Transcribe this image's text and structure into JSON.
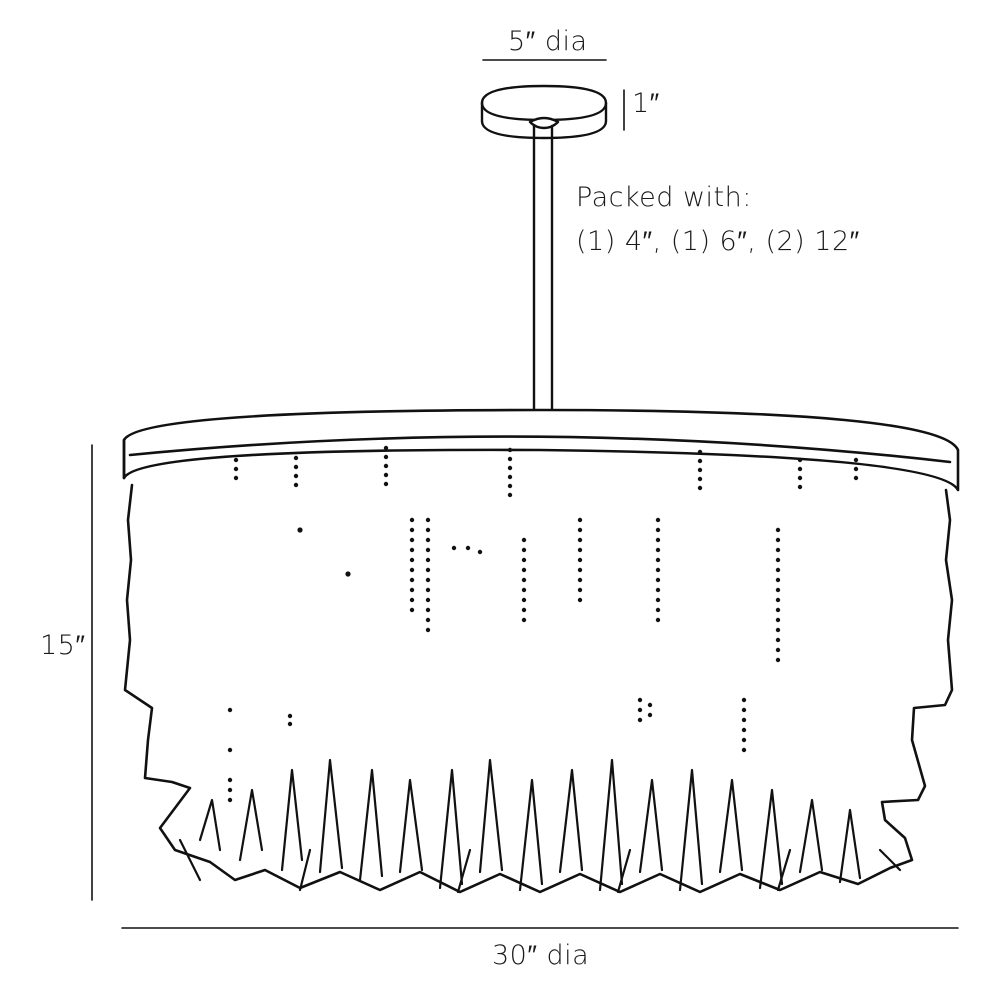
{
  "dimensions": {
    "canopy_diameter": "5″ dia",
    "canopy_height": "1″",
    "overall_height": "15″",
    "shade_diameter": "30″ dia"
  },
  "packing": {
    "line1": "Packed with:",
    "line2": "(1) 4″, (1) 6″, (2) 12″"
  },
  "colors": {
    "line": "#111111",
    "fill": "#ffffff"
  }
}
